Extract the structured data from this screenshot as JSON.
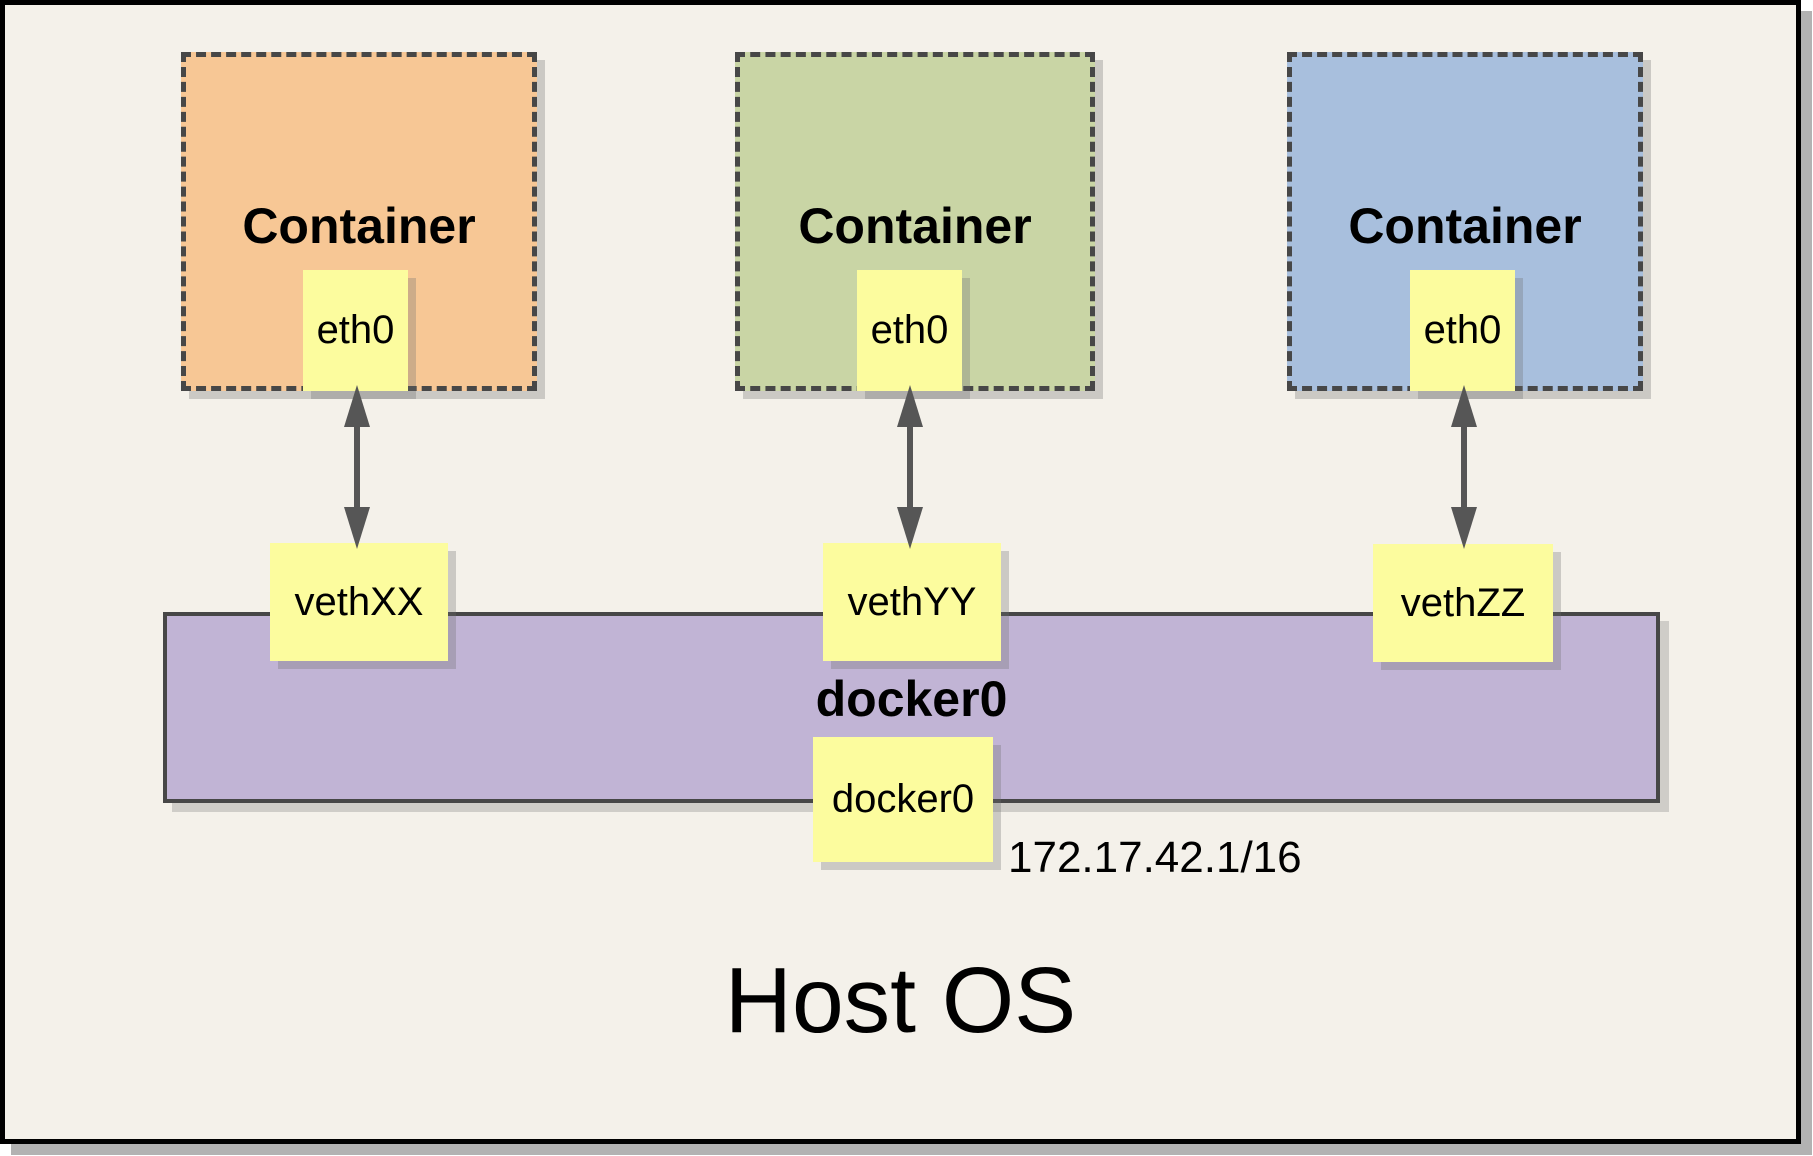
{
  "colors": {
    "panel_background": "#F4F1EA",
    "frame_border": "#000000",
    "frame_shadow": "#B2B2B2",
    "container_orange": "#F7C795",
    "container_green": "#C9D5A5",
    "container_blue": "#A8BFDD",
    "note_yellow": "#FCFC9E",
    "bridge_purple": "#C1B4D5",
    "dashed_border": "#474747",
    "arrow_gray": "#565656"
  },
  "containers": [
    {
      "title": "Container",
      "interface_label": "eth0",
      "veth_label": "vethXX",
      "fill": "#F7C795"
    },
    {
      "title": "Container",
      "interface_label": "eth0",
      "veth_label": "vethYY",
      "fill": "#C9D5A5"
    },
    {
      "title": "Container",
      "interface_label": "eth0",
      "veth_label": "vethZZ",
      "fill": "#A8BFDD"
    }
  ],
  "bridge": {
    "name": "docker0",
    "interface_label": "docker0",
    "ip": "172.17.42.1/16",
    "fill": "#C1B4D5"
  },
  "host": {
    "label": "Host OS"
  }
}
